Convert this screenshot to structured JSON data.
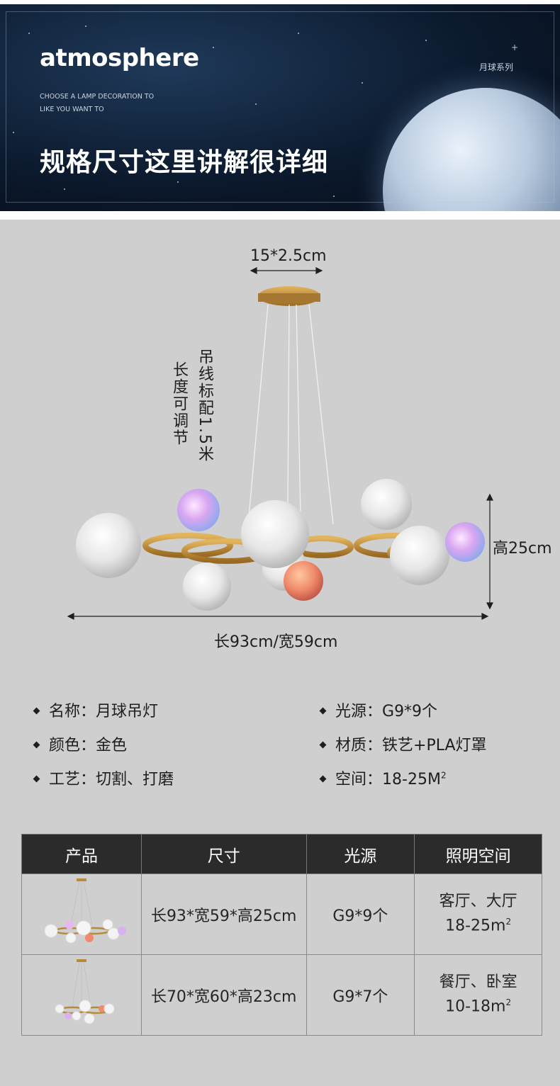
{
  "banner": {
    "brand": "atmosphere",
    "tagline_line1": "CHOOSE A LAMP DECORATION TO",
    "tagline_line2": "LIKE YOU WANT TO",
    "heading": "规格尺寸这里讲解很详细",
    "series": "月球系列",
    "plus": "+"
  },
  "dimensions": {
    "canopy": "15*2.5cm",
    "cable_line1": "吊线标配1.5米",
    "cable_line2": "长度可调节",
    "height": "高25cm",
    "length_width": "长93cm/宽59cm"
  },
  "specs": {
    "name_label": "名称：",
    "name_value": "月球吊灯",
    "color_label": "颜色：",
    "color_value": "金色",
    "craft_label": "工艺：",
    "craft_value": "切割、打磨",
    "light_label": "光源：",
    "light_value": "G9*9个",
    "material_label": "材质：",
    "material_value": "铁艺+PLA灯罩",
    "space_label": "空间：",
    "space_value": "18-25M",
    "space_sup": "2"
  },
  "table": {
    "headers": [
      "产品",
      "尺寸",
      "光源",
      "照明空间"
    ],
    "rows": [
      {
        "size": "长93*宽59*高25cm",
        "light": "G9*9个",
        "space_line1": "客厅、大厅",
        "space_line2": "18-25m",
        "sup": "2"
      },
      {
        "size": "长70*宽60*高23cm",
        "light": "G9*7个",
        "space_line1": "餐厅、卧室",
        "space_line2": "10-18m",
        "sup": "2"
      }
    ]
  },
  "colors": {
    "gold": "#b88a3a",
    "panel_bg": "#cfcfcf",
    "header_bg": "#2b2b2b"
  }
}
